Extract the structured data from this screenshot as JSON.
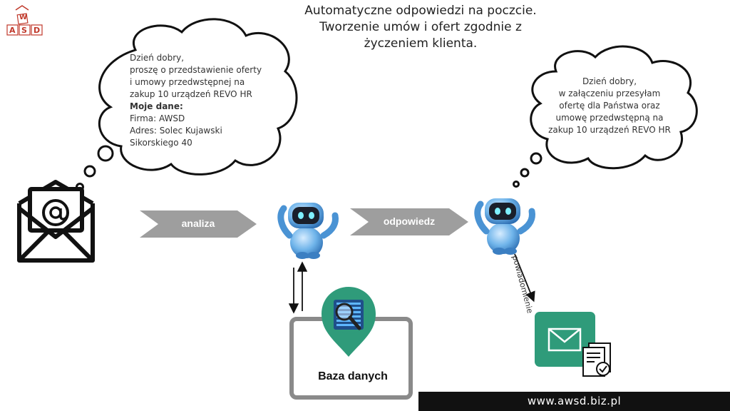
{
  "logo": {
    "top_letter": "W",
    "letters": [
      "A",
      "S",
      "D"
    ]
  },
  "title": {
    "lines": [
      "Automatyczne odpowiedzi na poczcie.",
      "Tworzenie umów i ofert zgodnie z",
      "życzeniem klienta."
    ]
  },
  "bubble_left": {
    "lines": [
      "Dzień dobry,",
      "proszę o przedstawienie oferty",
      "i umowy przedwstępnej na",
      "zakup 10 urządzeń REVO HR"
    ],
    "bold_line": "Moje dane:",
    "data_lines": [
      "Firma: AWSD",
      "Adres: Solec Kujawski",
      "Sikorskiego 40"
    ]
  },
  "bubble_right": {
    "lines": [
      "Dzień dobry,",
      "w załączeniu przesyłam",
      "ofertę dla Państwa oraz",
      "umowę przedwstępną na",
      "zakup 10 urządzeń REVO HR"
    ]
  },
  "arrows": {
    "analysis": "analiza",
    "response": "odpowiedz"
  },
  "database": {
    "label": "Baza danych"
  },
  "notification": {
    "label": "powiadomienie"
  },
  "footer": {
    "url": "www.awsd.biz.pl"
  },
  "colors": {
    "arrow_gray": "#9e9e9e",
    "teal": "#2f9b7a",
    "robot_blue": "#5aa9e6",
    "footer_bg": "#111111"
  },
  "icons": [
    "envelope-at-icon",
    "robot-icon",
    "database-search-icon",
    "mail-icon",
    "document-check-icon"
  ]
}
